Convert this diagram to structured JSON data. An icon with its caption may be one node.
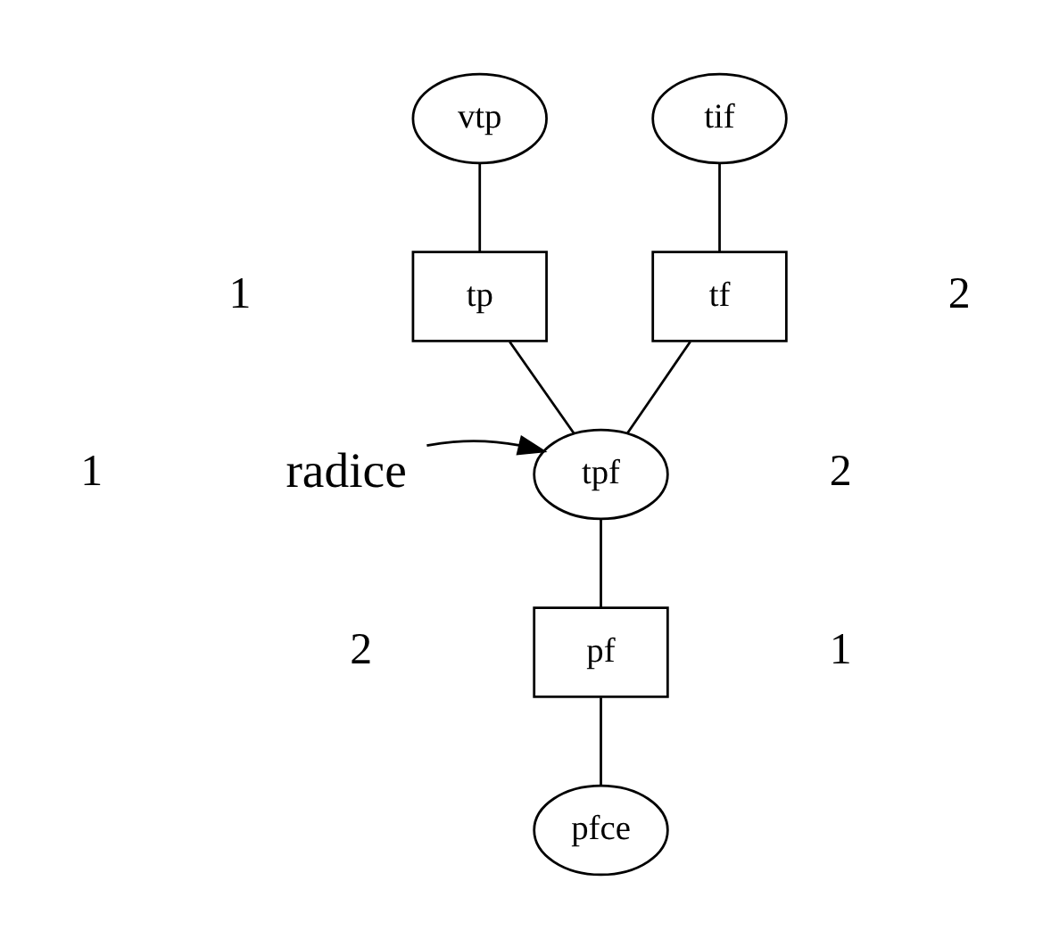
{
  "diagram": {
    "nodes": [
      {
        "text": [
          "vtp"
        ]
      },
      {
        "text": [
          "tif"
        ]
      },
      {
        "text": [
          "tp"
        ]
      },
      {
        "text": [
          "tf"
        ]
      },
      {
        "text": [
          "tpf"
        ]
      },
      {
        "text": [
          "pf"
        ]
      },
      {
        "text": [
          "pfce"
        ]
      },
      {
        "text": [
          "radice"
        ]
      }
    ],
    "edges": [
      {
        "from": 0,
        "to": 2,
        "arrow": "none"
      },
      {
        "from": 1,
        "to": 3,
        "arrow": "none"
      },
      {
        "from": 2,
        "to": 4,
        "arrow": "none"
      },
      {
        "from": 3,
        "to": 4,
        "arrow": "none"
      },
      {
        "from": 4,
        "to": 5,
        "arrow": "none"
      },
      {
        "from": 5,
        "to": 6,
        "arrow": "none"
      },
      {
        "from": 7,
        "to": 4,
        "arrow": "to"
      }
    ],
    "labels": [
      "1",
      "2",
      "1",
      "2",
      "2",
      "1"
    ]
  }
}
